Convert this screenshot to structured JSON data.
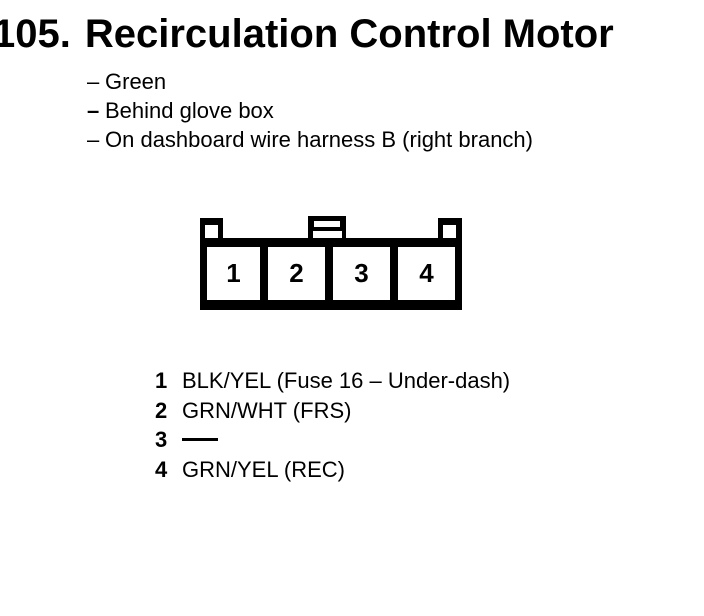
{
  "page": {
    "background_color": "#ffffff",
    "ink_color": "#000000"
  },
  "title": {
    "item_number": "105.",
    "label": "Recirculation Control Motor"
  },
  "location_notes": {
    "bullet_char": "–",
    "items": [
      "Green",
      "Behind glove box",
      "On dashboard wire harness B (right branch)"
    ]
  },
  "connector_diagram": {
    "description": "4-cavity connector, front view, single row with corner mount tabs and center latch tab",
    "cavities": [
      "1",
      "2",
      "3",
      "4"
    ]
  },
  "pinout": {
    "rows": [
      {
        "pin": "1",
        "wire": "BLK/YEL (Fuse 16 – Under-dash)"
      },
      {
        "pin": "2",
        "wire": "GRN/WHT (FRS)"
      },
      {
        "pin": "3",
        "wire": ""
      },
      {
        "pin": "4",
        "wire": "GRN/YEL (REC)"
      }
    ]
  }
}
